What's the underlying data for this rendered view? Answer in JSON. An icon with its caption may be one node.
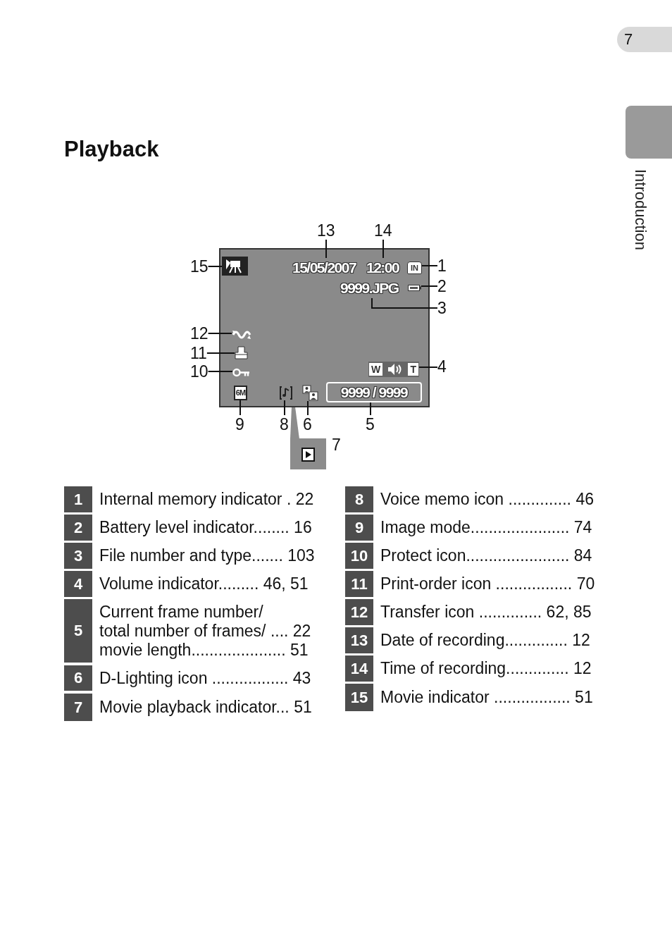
{
  "diagram": {
    "title": "Playback",
    "nodes": [
      {
        "text": [],
        "shape": "box"
      },
      {
        "text": [],
        "shape": "icon",
        "in": 0
      },
      {
        "text": [
          "15/05/2007"
        ],
        "in": 0
      },
      {
        "text": [
          "12:00"
        ],
        "in": 0
      },
      {
        "text": [
          "IN"
        ],
        "in": 0
      },
      {
        "text": [
          "9999.JPG"
        ],
        "in": 0
      },
      {
        "text": [],
        "shape": "icon",
        "in": 0
      },
      {
        "text": [
          "W",
          "T"
        ],
        "in": 0
      },
      {
        "text": [],
        "shape": "icon",
        "in": 0
      },
      {
        "text": [],
        "shape": "icon",
        "in": 0
      },
      {
        "text": [],
        "shape": "icon",
        "in": 0
      },
      {
        "text": [
          "6M"
        ],
        "in": 0
      },
      {
        "text": [],
        "shape": "icon",
        "in": 0
      },
      {
        "text": [],
        "shape": "icon",
        "in": 0
      },
      {
        "text": [
          "9999 / 9999"
        ],
        "in": 0
      },
      {
        "text": [],
        "shape": "box",
        "beside": [
          "7"
        ]
      },
      {
        "text": [],
        "shape": "icon",
        "in": 15
      },
      {
        "text": [
          "13"
        ]
      },
      {
        "text": [
          "14"
        ]
      },
      {
        "text": [
          "15"
        ]
      },
      {
        "text": [
          "1"
        ]
      },
      {
        "text": [
          "2"
        ]
      },
      {
        "text": [
          "3"
        ]
      },
      {
        "text": [
          "12"
        ]
      },
      {
        "text": [
          "11"
        ]
      },
      {
        "text": [
          "10"
        ]
      },
      {
        "text": [
          "4"
        ]
      },
      {
        "text": [
          "9"
        ]
      },
      {
        "text": [
          "8"
        ]
      },
      {
        "text": [
          "6"
        ]
      },
      {
        "text": [
          "5"
        ]
      },
      {
        "text": [],
        "shape": "box"
      }
    ],
    "edges": [
      {
        "from": 17,
        "to": 2,
        "arrow": "none"
      },
      {
        "from": 18,
        "to": 3,
        "arrow": "none"
      },
      {
        "from": 19,
        "to": 1,
        "arrow": "none"
      },
      {
        "from": 20,
        "to": 4,
        "arrow": "none"
      },
      {
        "from": 21,
        "to": 6,
        "arrow": "none"
      },
      {
        "from": 22,
        "to": 5,
        "arrow": "none"
      },
      {
        "from": 23,
        "to": 8,
        "arrow": "none"
      },
      {
        "from": 24,
        "to": 9,
        "arrow": "none"
      },
      {
        "from": 25,
        "to": 10,
        "arrow": "none"
      },
      {
        "from": 26,
        "to": 7,
        "arrow": "none"
      },
      {
        "from": 27,
        "to": 11,
        "arrow": "none"
      },
      {
        "from": 28,
        "to": 12,
        "arrow": "none"
      },
      {
        "from": 29,
        "to": 13,
        "arrow": "none"
      },
      {
        "from": 30,
        "to": 14,
        "arrow": "none"
      }
    ],
    "labels": [
      "7",
      "Introduction",
      "1",
      "Internal memory indicator . 22",
      "2",
      "Battery level indicator........ 16",
      "3",
      "File number and type....... 103",
      "4",
      "Volume indicator......... 46, 51",
      "5",
      "Current frame number/",
      "total number of frames/ .... 22",
      "movie length..................... 51",
      "6",
      "D-Lighting icon ................. 43",
      "7",
      "Movie playback indicator... 51",
      "8",
      "Voice memo icon .............. 46",
      "9",
      "Image mode...................... 74",
      "10",
      "Protect icon....................... 84",
      "11",
      "Print-order icon ................. 70",
      "12",
      "Transfer icon .............. 62, 85",
      "13",
      "Date of recording.............. 12",
      "14",
      "Time of recording.............. 12",
      "15",
      "Movie indicator ................. 51"
    ]
  }
}
